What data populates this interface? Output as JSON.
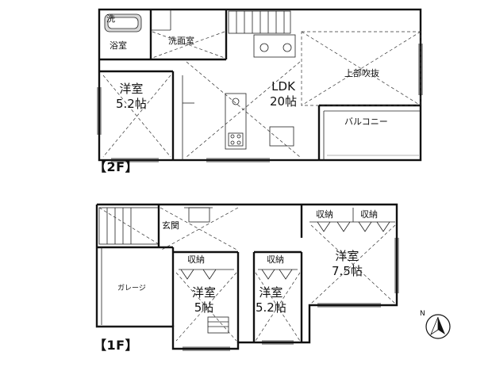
{
  "floors": {
    "second": {
      "label": "【2F】",
      "rooms": {
        "wash_small": "洗",
        "bath": "浴室",
        "washroom": "洗面室",
        "western_name": "洋室",
        "western_size": "5.2帖",
        "ldk_name": "LDK",
        "ldk_size": "20帖",
        "atrium": "上部吹抜",
        "balcony": "バルコニー"
      }
    },
    "first": {
      "label": "【1F】",
      "rooms": {
        "entrance": "玄関",
        "storage_left": "収納",
        "storage_mid": "収納",
        "storage_top1": "収納",
        "storage_top2": "収納",
        "garage": "ガレージ",
        "western_a_name": "洋室",
        "western_a_size": "5帖",
        "western_b_name": "洋室",
        "western_b_size": "5.2帖",
        "western_c_name": "洋室",
        "western_c_size": "7.5帖"
      }
    }
  },
  "compass": {
    "label": "N"
  }
}
